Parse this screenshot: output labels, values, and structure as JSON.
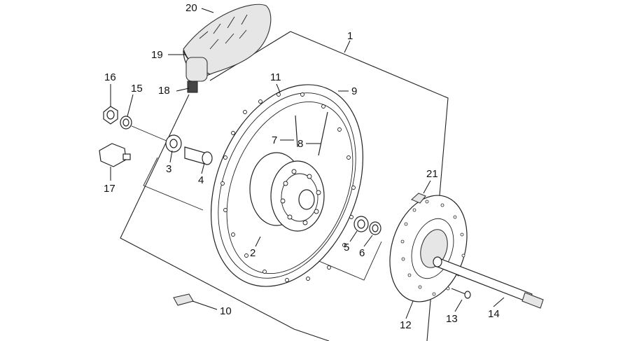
{
  "diagram": {
    "parts": [
      {
        "id": "1",
        "label": "1",
        "name": "wheel-assembly-frame"
      },
      {
        "id": "2",
        "label": "2",
        "name": "rim"
      },
      {
        "id": "3",
        "label": "3",
        "name": "bearing-left"
      },
      {
        "id": "4",
        "label": "4",
        "name": "spacer"
      },
      {
        "id": "5",
        "label": "5",
        "name": "bearing-right"
      },
      {
        "id": "6",
        "label": "6",
        "name": "seal-right"
      },
      {
        "id": "7",
        "label": "7",
        "name": "spoke-a"
      },
      {
        "id": "8",
        "label": "8",
        "name": "spoke-b"
      },
      {
        "id": "9",
        "label": "9",
        "name": "spoke-nipple"
      },
      {
        "id": "10",
        "label": "10",
        "name": "balance-weight"
      },
      {
        "id": "11",
        "label": "11",
        "name": "rim-outer"
      },
      {
        "id": "12",
        "label": "12",
        "name": "brake-disc"
      },
      {
        "id": "13",
        "label": "13",
        "name": "disc-screw"
      },
      {
        "id": "14",
        "label": "14",
        "name": "wheel-axle"
      },
      {
        "id": "15",
        "label": "15",
        "name": "washer"
      },
      {
        "id": "16",
        "label": "16",
        "name": "axle-nut"
      },
      {
        "id": "17",
        "label": "17",
        "name": "valve"
      },
      {
        "id": "18",
        "label": "18",
        "name": "tube-valve"
      },
      {
        "id": "19",
        "label": "19",
        "name": "inner-tube"
      },
      {
        "id": "20",
        "label": "20",
        "name": "tyre"
      },
      {
        "id": "21",
        "label": "21",
        "name": "clip"
      }
    ]
  }
}
